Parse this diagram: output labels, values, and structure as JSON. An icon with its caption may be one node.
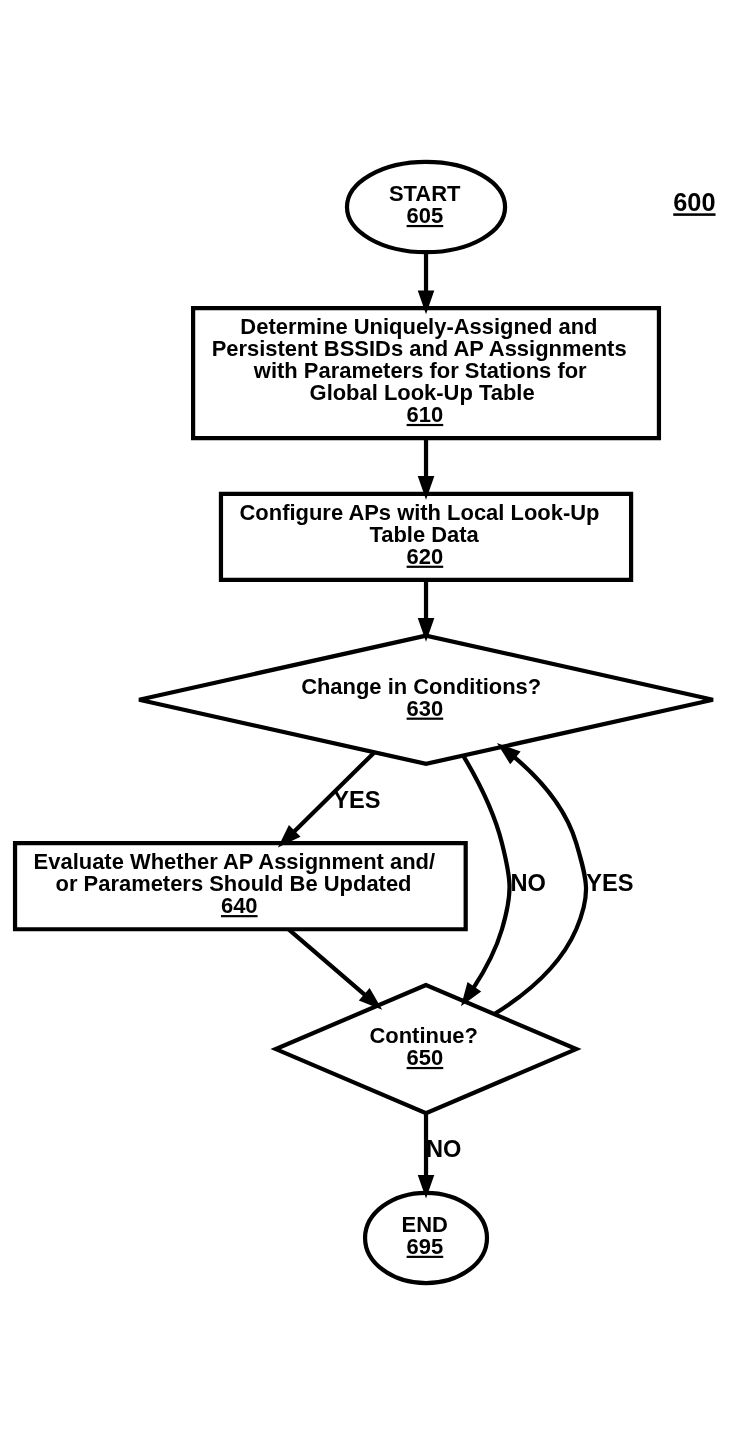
{
  "diagram": {
    "nodes": [
      {
        "text": [
          "START",
          "605"
        ]
      },
      {
        "text": [
          "Determine Uniquely-Assigned and Persistent BSSIDs and AP Assignments with Parameters for Stations for Global Look-Up Table",
          "610"
        ]
      },
      {
        "text": [
          "Configure APs with Local Look-Up Table Data",
          "620"
        ]
      },
      {
        "text": [
          "Change in Conditions?",
          "630"
        ]
      },
      {
        "text": [
          "Evaluate Whether AP Assignment and/ or Parameters Should Be Updated",
          "640"
        ]
      },
      {
        "text": [
          "Continue?",
          "650"
        ]
      },
      {
        "text": [
          "END",
          "695"
        ]
      }
    ],
    "edges": [
      {
        "from": 0,
        "to": 1,
        "arrow": "to"
      },
      {
        "from": 1,
        "to": 2,
        "arrow": "to"
      },
      {
        "from": 2,
        "to": 3,
        "arrow": "to"
      },
      {
        "from": 3,
        "to": 4,
        "arrow": "to",
        "label": "YES"
      },
      {
        "from": 3,
        "to": 5,
        "arrow": "to",
        "label": "NO"
      },
      {
        "from": 4,
        "to": 5,
        "arrow": "to"
      },
      {
        "from": 5,
        "to": 3,
        "arrow": "to",
        "label": "YES"
      },
      {
        "from": 5,
        "to": 6,
        "arrow": "to",
        "label": "NO"
      }
    ],
    "labels": [
      "600"
    ]
  }
}
